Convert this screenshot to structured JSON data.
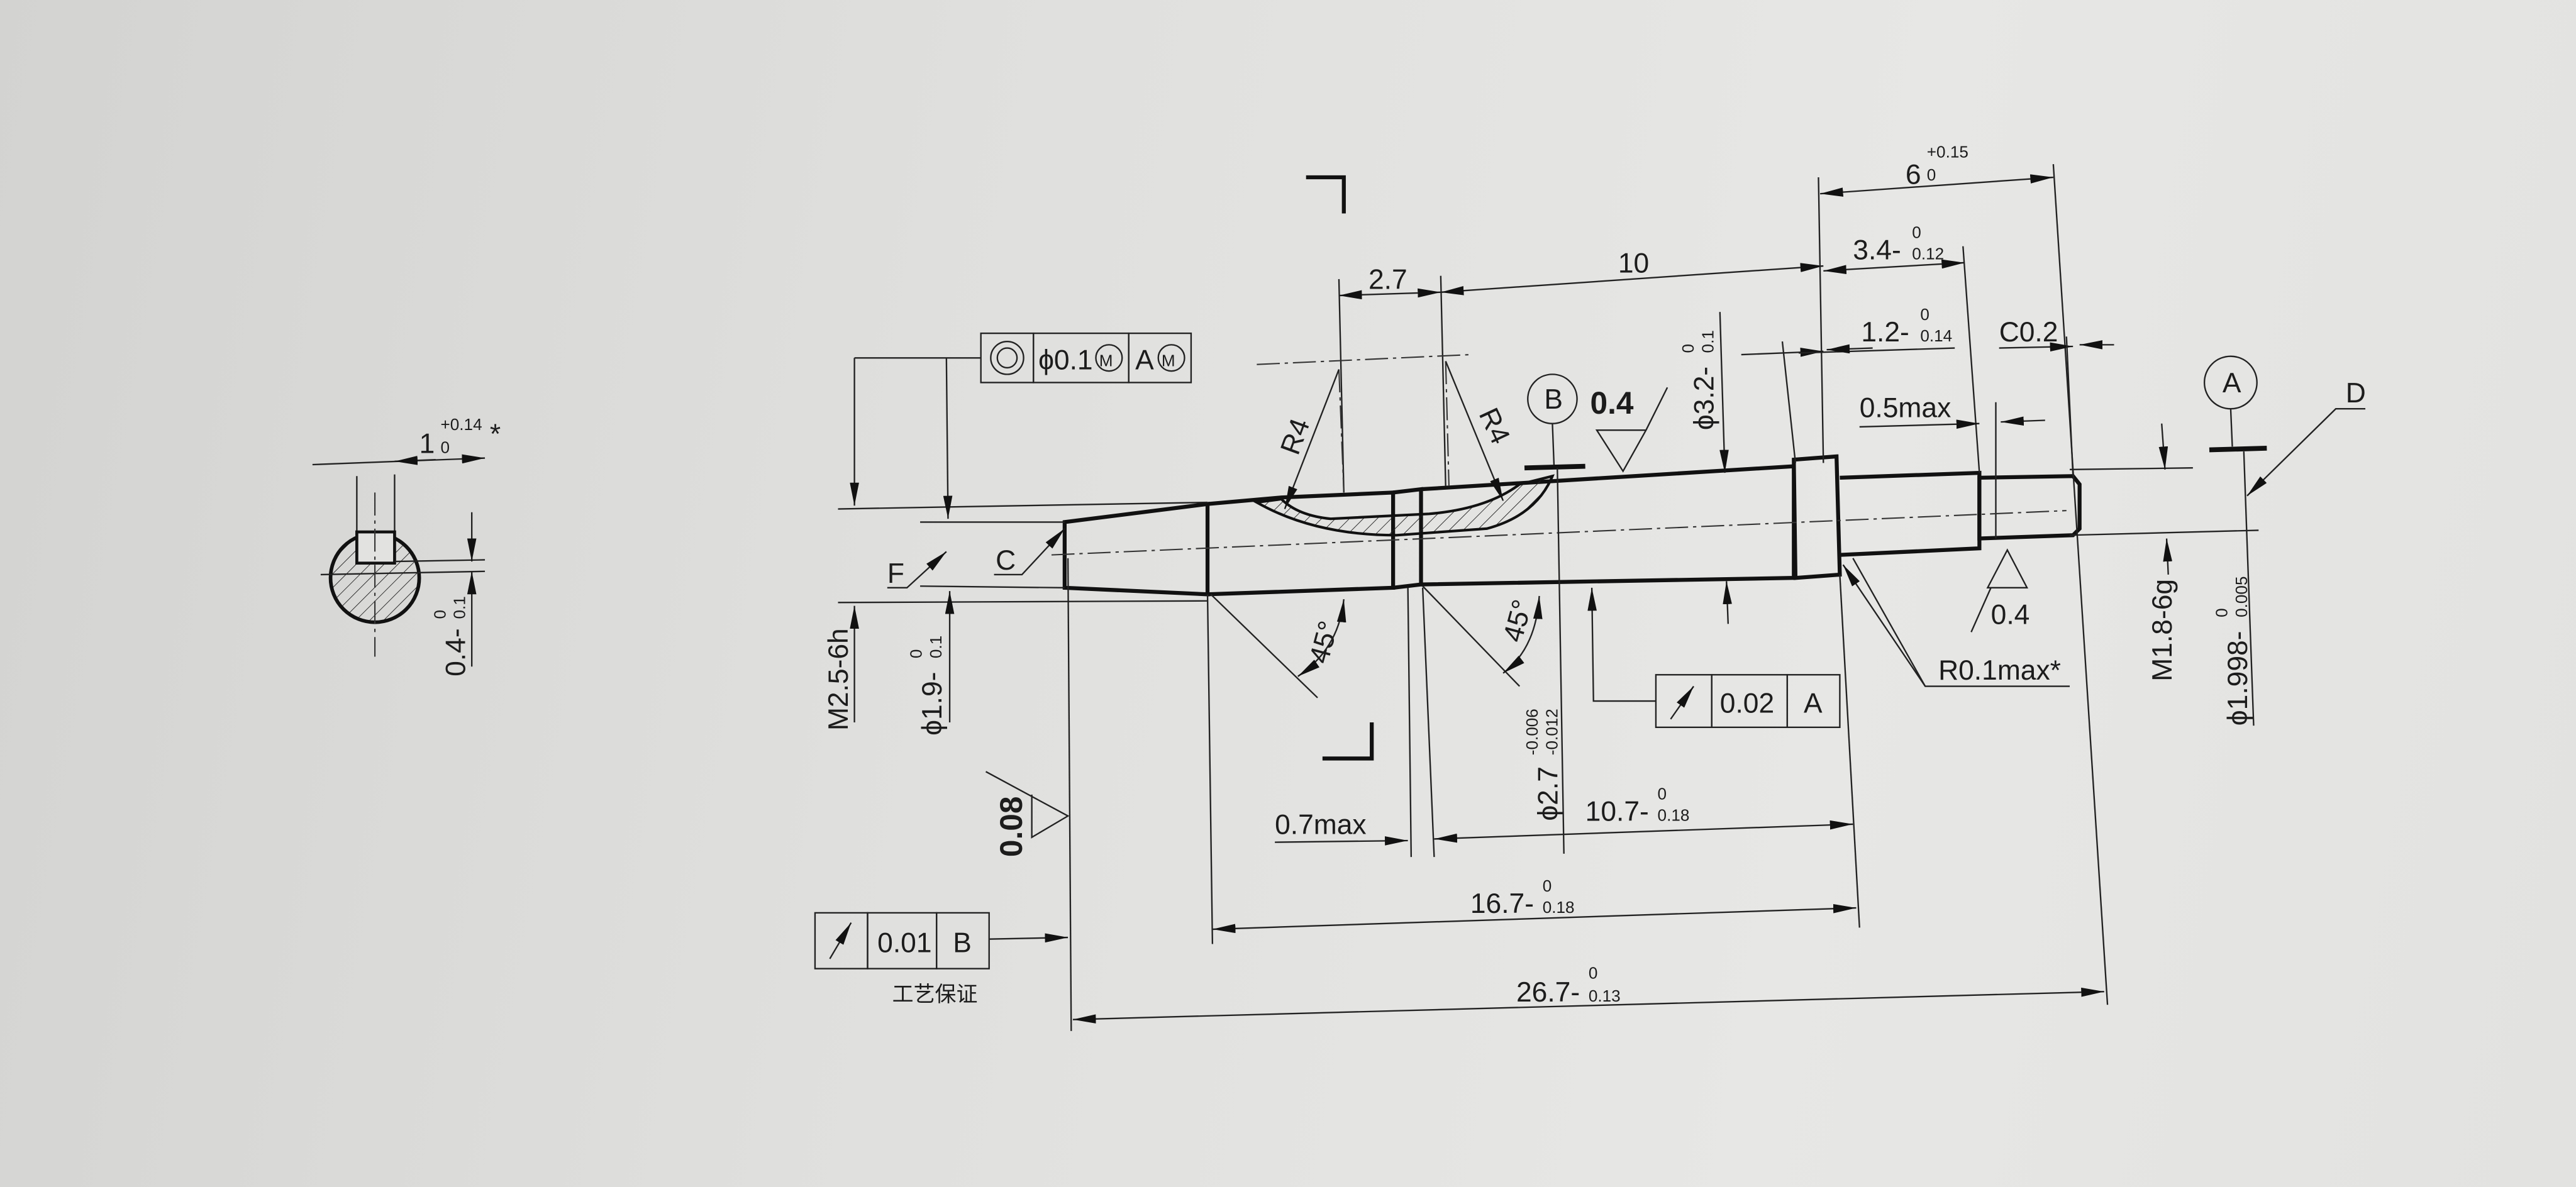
{
  "section_view": {
    "width_dim": {
      "nominal": "1",
      "upper": "+0.14",
      "lower": "0",
      "mark": "*"
    },
    "depth_dim": {
      "nominal": "0.4-",
      "upper": "0",
      "lower": "0.1"
    }
  },
  "left_callouts": {
    "thread": "M2.5-6h",
    "diameter": {
      "nominal": "ϕ1.9-",
      "upper": "0",
      "lower": "0.1"
    },
    "label_f": "F",
    "label_c": "C",
    "roughness": "0.08"
  },
  "fcf_concentricity": {
    "symbol": "concentricity",
    "tolerance": "ϕ0.1",
    "modifier": "M",
    "datum": "A",
    "datum_modifier": "M"
  },
  "fcf_runout_b": {
    "symbol": "runout",
    "tolerance": "0.01",
    "datum": "B",
    "note": "工艺保证"
  },
  "fcf_runout_a": {
    "symbol": "runout",
    "tolerance": "0.02",
    "datum": "A"
  },
  "top_dims": {
    "d_2_7": "2.7",
    "d_10": "10",
    "d_6": {
      "nominal": "6",
      "upper": "+0.15",
      "lower": "0"
    },
    "d_3_4": {
      "nominal": "3.4-",
      "upper": "0",
      "lower": "0.12"
    },
    "d_1_2": {
      "nominal": "1.2-",
      "upper": "0",
      "lower": "0.14"
    },
    "chamfer": "C0.2",
    "d_0_5": "0.5max",
    "dia_3_2": {
      "nominal": "ϕ3.2-",
      "upper": "0",
      "lower": "0.1"
    }
  },
  "radii": {
    "r_left": "R4",
    "r_right": "R4"
  },
  "datums": {
    "b": "B",
    "a": "A",
    "d": "D"
  },
  "roughness": {
    "top": "0.4",
    "bottom": "0.4"
  },
  "right_callouts": {
    "fillet": "R0.1max*",
    "thread": "M1.8-6g",
    "diameter": {
      "nominal": "ϕ1.998-",
      "upper": "0",
      "lower": "0.005"
    }
  },
  "angles": {
    "left": "45°",
    "right": "45°"
  },
  "dia_2_7": {
    "nominal": "ϕ2.7",
    "upper": "-0.006",
    "lower": "-0.012"
  },
  "bottom_dims": {
    "d_0_7": "0.7max",
    "d_10_7": {
      "nominal": "10.7-",
      "upper": "0",
      "lower": "0.18"
    },
    "d_16_7": {
      "nominal": "16.7-",
      "upper": "0",
      "lower": "0.18"
    },
    "d_26_7": {
      "nominal": "26.7-",
      "upper": "0",
      "lower": "0.13"
    }
  }
}
